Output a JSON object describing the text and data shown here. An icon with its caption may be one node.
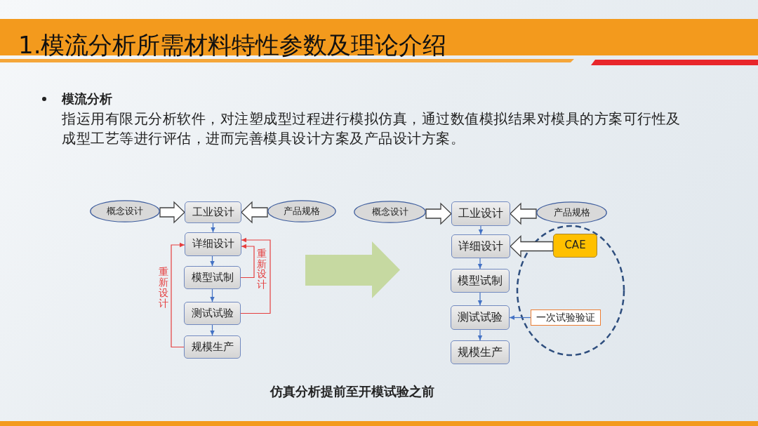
{
  "diagram": {
    "title": "1.模流分析所需材料特性参数及理论介绍",
    "caption": "仿真分析提前至开模试验之前",
    "nodes": [
      {
        "text": [
          "概念设计"
        ]
      },
      {
        "text": [
          "工业设计"
        ]
      },
      {
        "text": [
          "产品规格"
        ]
      },
      {
        "text": [
          "详细设计"
        ]
      },
      {
        "text": [
          "模型试制"
        ]
      },
      {
        "text": [
          "测试试验"
        ]
      },
      {
        "text": [
          "规模生产"
        ]
      },
      {
        "text": [
          "概念设计"
        ]
      },
      {
        "text": [
          "工业设计"
        ]
      },
      {
        "text": [
          "产品规格"
        ]
      },
      {
        "text": [
          "详细设计"
        ]
      },
      {
        "text": [
          "CAE"
        ]
      },
      {
        "text": [
          "模型试制"
        ]
      },
      {
        "text": [
          "测试试验"
        ]
      },
      {
        "text": [
          "一次试验验证"
        ]
      },
      {
        "text": [
          "规模生产"
        ]
      }
    ],
    "edges": [
      {
        "from": 0,
        "to": 1,
        "arrow": "to",
        "style": "thick",
        "color": "#404040"
      },
      {
        "from": 2,
        "to": 1,
        "arrow": "to",
        "style": "thick",
        "color": "#404040"
      },
      {
        "from": 1,
        "to": 3,
        "arrow": "to"
      },
      {
        "from": 3,
        "to": 4,
        "arrow": "to"
      },
      {
        "from": 4,
        "to": 5,
        "arrow": "to"
      },
      {
        "from": 5,
        "to": 6,
        "arrow": "to"
      },
      {
        "from": 4,
        "to": 3,
        "arrow": "to",
        "label": "重新设计",
        "color": "#e53e3e"
      },
      {
        "from": 5,
        "to": 3,
        "arrow": "to",
        "color": "#e53e3e"
      },
      {
        "from": 6,
        "to": 3,
        "arrow": "to",
        "label": "重新设计",
        "color": "#e53e3e"
      },
      {
        "from": 7,
        "to": 8,
        "arrow": "to",
        "style": "thick",
        "color": "#404040"
      },
      {
        "from": 9,
        "to": 8,
        "arrow": "to",
        "style": "thick",
        "color": "#404040"
      },
      {
        "from": 8,
        "to": 10,
        "arrow": "to"
      },
      {
        "from": 11,
        "to": 10,
        "arrow": "to",
        "style": "thick",
        "color": "#404040"
      },
      {
        "from": 10,
        "to": 12,
        "arrow": "to"
      },
      {
        "from": 12,
        "to": 13,
        "arrow": "to"
      },
      {
        "from": 13,
        "to": 15,
        "arrow": "to"
      },
      {
        "from": 14,
        "to": 13,
        "arrow": "to"
      }
    ],
    "labels": [
      "模流分析",
      "指运用有限元分析软件，对注塑成型过程进行模拟仿真，通过数值模拟结果对模具的方案可行性及成型工艺等进行评估，进而完善模具设计方案及产品设计方案。"
    ]
  }
}
